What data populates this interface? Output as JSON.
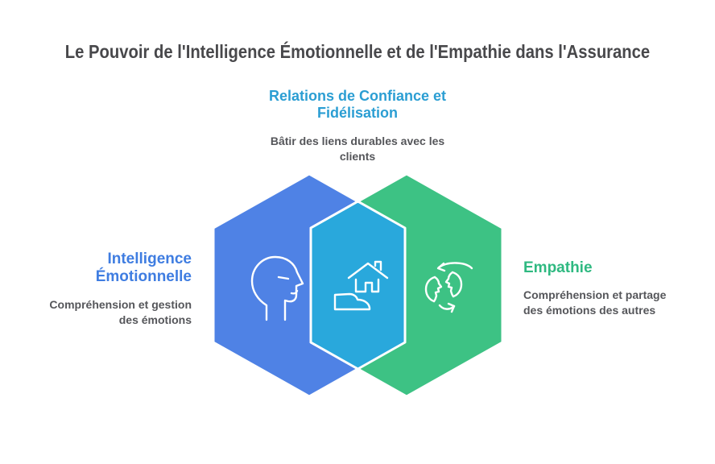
{
  "canvas": {
    "background": "#ffffff"
  },
  "title": {
    "text": "Le Pouvoir de l'Intelligence Émotionnelle et de l'Empathie dans l'Assurance",
    "color": "#48484b"
  },
  "colors": {
    "hex_stroke": "#ffffff",
    "body_text": "#55565a"
  },
  "sections": {
    "top": {
      "heading": "Relations de Confiance et Fidélisation",
      "heading_color": "#2b9ed3",
      "description": "Bâtir des liens durables avec les clients"
    },
    "left": {
      "heading": "Intelligence Émotionnelle",
      "heading_color": "#3f7de1",
      "description": "Compréhension et gestion des émotions",
      "hex_color": "#4f82e5",
      "icon": "head-profile-icon"
    },
    "center": {
      "hex_color": "#29a8dc",
      "icon": "hand-holding-house-icon"
    },
    "right": {
      "heading": "Empathie",
      "heading_color": "#2fb981",
      "description": "Compréhension et partage des émotions des autres",
      "hex_color": "#3dc284",
      "icon": "faces-exchange-icon"
    }
  }
}
